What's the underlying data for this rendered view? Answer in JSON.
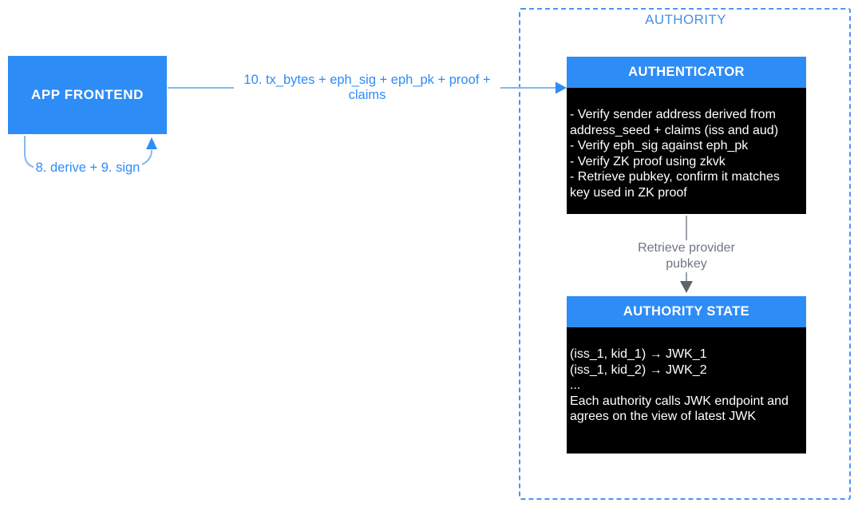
{
  "colors": {
    "blue": "#2E8CF6",
    "light_blue": "#85B7F0",
    "dash_border": "#4E94F0",
    "authority_text": "#4A90E2",
    "gray_line": "#9AA0A9",
    "gray_dark": "#5C6570",
    "gray_text": "#6D7685",
    "black": "#000000"
  },
  "nodes": {
    "app_frontend": {
      "label": "APP FRONTEND"
    },
    "authority_group": {
      "label": "AUTHORITY"
    },
    "authenticator": {
      "title": "AUTHENTICATOR",
      "body": "- Verify sender address derived from\naddress_seed + claims (iss and aud)\n- Verify eph_sig against eph_pk\n- Verify ZK proof using zkvk\n- Retrieve pubkey, confirm it matches\nkey used in ZK proof"
    },
    "authority_state": {
      "title": "AUTHORITY STATE",
      "body": "(iss_1, kid_1) → JWK_1\n(iss_1, kid_2) → JWK_2\n...\nEach authority calls JWK endpoint and\nagrees on the view of latest JWK"
    }
  },
  "edges": {
    "frontend_to_authenticator": {
      "label": "10. tx_bytes + eph_sig + eph_pk + proof +\nclaims"
    },
    "frontend_self_loop": {
      "label": "8. derive + 9. sign"
    },
    "authenticator_to_state": {
      "label": "Retrieve provider\npubkey"
    }
  }
}
